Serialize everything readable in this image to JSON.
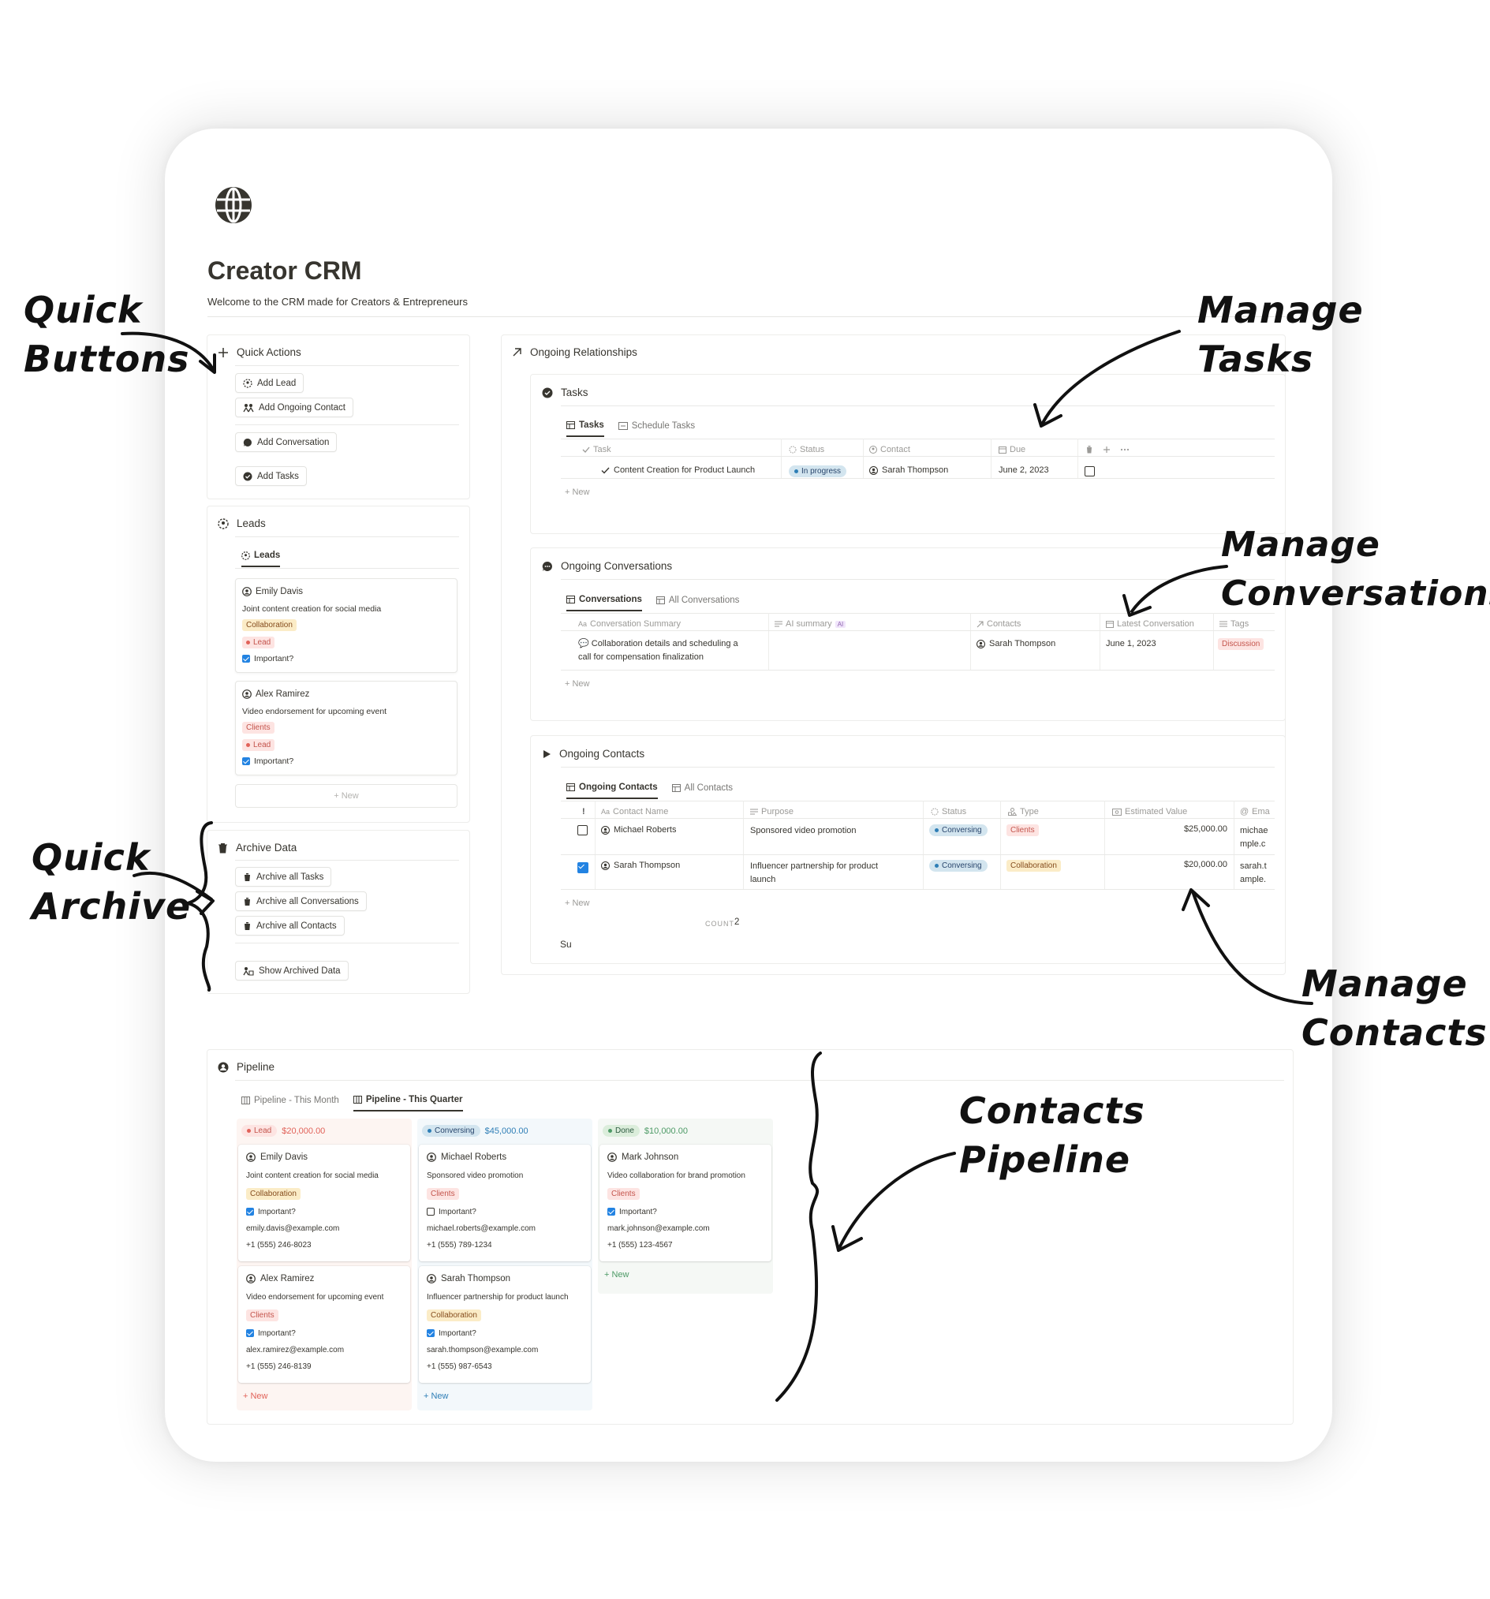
{
  "page": {
    "title": "Creator CRM",
    "subtitle": "Welcome to the CRM made for Creators & Entrepreneurs"
  },
  "annotations": {
    "quick_buttons": [
      "Quick",
      "Buttons"
    ],
    "manage_tasks": [
      "Manage",
      "Tasks"
    ],
    "manage_conversations": [
      "Manage",
      "Conversations"
    ],
    "quick_archive": [
      "Quick",
      "Archive"
    ],
    "manage_contacts": [
      "Manage",
      "Contacts"
    ],
    "contacts_pipeline": [
      "Contacts",
      "Pipeline"
    ]
  },
  "quick_actions": {
    "title": "Quick Actions",
    "buttons": [
      "Add Lead",
      "Add Ongoing Contact",
      "Add Conversation",
      "Add Tasks"
    ]
  },
  "leads": {
    "title": "Leads",
    "tab": "Leads",
    "cards": [
      {
        "name": "Emily Davis",
        "purpose": "Joint content creation for social media",
        "type": "Collaboration",
        "status": "Lead",
        "important_label": "Important?"
      },
      {
        "name": "Alex Ramirez",
        "purpose": "Video endorsement for upcoming event",
        "type": "Clients",
        "status": "Lead",
        "important_label": "Important?"
      }
    ],
    "new_label": "+ New"
  },
  "archive": {
    "title": "Archive Data",
    "buttons": [
      "Archive all Tasks",
      "Archive all Conversations",
      "Archive all Contacts",
      "Show Archived Data"
    ]
  },
  "ongoing": {
    "title": "Ongoing Relationships",
    "tasks": {
      "title": "Tasks",
      "tabs": [
        "Tasks",
        "Schedule Tasks"
      ],
      "headers": [
        "Task",
        "Status",
        "Contact",
        "Due"
      ],
      "row": {
        "task": "Content Creation for Product Launch",
        "status": "In progress",
        "contact": "Sarah Thompson",
        "due": "June 2, 2023"
      },
      "new_label": "New"
    },
    "conversations": {
      "title": "Ongoing Conversations",
      "tabs": [
        "Conversations",
        "All Conversations"
      ],
      "headers": [
        "Conversation Summary",
        "AI summary",
        "Contacts",
        "Latest Conversation",
        "Tags"
      ],
      "ai_badge": "AI",
      "row": {
        "summary_1": "Collaboration details and scheduling a",
        "summary_2": "call for compensation finalization",
        "contact": "Sarah Thompson",
        "latest": "June 1, 2023",
        "tag": "Discussion"
      },
      "new_label": "New"
    },
    "contacts": {
      "title": "Ongoing Contacts",
      "tabs": [
        "Ongoing Contacts",
        "All Contacts"
      ],
      "headers": [
        "!",
        "Contact Name",
        "Purpose",
        "Status",
        "Type",
        "Estimated Value",
        "Ema"
      ],
      "rows": [
        {
          "name": "Michael Roberts",
          "purpose_1": "Sponsored video promotion",
          "purpose_2": "",
          "status": "Conversing",
          "type": "Clients",
          "value": "$25,000.00",
          "email_1": "michae",
          "email_2": "mple.c",
          "checked": false
        },
        {
          "name": "Sarah Thompson",
          "purpose_1": "Influencer partnership for product",
          "purpose_2": "launch",
          "status": "Conversing",
          "type": "Collaboration",
          "value": "$20,000.00",
          "email_1": "sarah.t",
          "email_2": "ample.",
          "checked": true
        }
      ],
      "new_label": "New",
      "count_label": "COUNT",
      "count_value": "2",
      "sum_label": "Su"
    }
  },
  "pipeline": {
    "title": "Pipeline",
    "tabs": [
      "Pipeline - This Month",
      "Pipeline - This Quarter"
    ],
    "columns": [
      {
        "status": "Lead",
        "total": "$20,000.00",
        "cards": [
          {
            "name": "Emily Davis",
            "purpose": "Joint content creation for social media",
            "type": "Collaboration",
            "important": true,
            "important_label": "Important?",
            "email": "emily.davis@example.com",
            "phone": "+1 (555) 246-8023"
          },
          {
            "name": "Alex Ramirez",
            "purpose": "Video endorsement for upcoming event",
            "type": "Clients",
            "important": true,
            "important_label": "Important?",
            "email": "alex.ramirez@example.com",
            "phone": "+1 (555) 246-8139"
          }
        ],
        "new_label": "New"
      },
      {
        "status": "Conversing",
        "total": "$45,000.00",
        "cards": [
          {
            "name": "Michael Roberts",
            "purpose": "Sponsored video promotion",
            "type": "Clients",
            "important": false,
            "important_label": "Important?",
            "email": "michael.roberts@example.com",
            "phone": "+1 (555) 789-1234"
          },
          {
            "name": "Sarah Thompson",
            "purpose": "Influencer partnership for product launch",
            "type": "Collaboration",
            "important": true,
            "important_label": "Important?",
            "email": "sarah.thompson@example.com",
            "phone": "+1 (555) 987-6543"
          }
        ],
        "new_label": "New"
      },
      {
        "status": "Done",
        "total": "$10,000.00",
        "cards": [
          {
            "name": "Mark Johnson",
            "purpose": "Video collaboration for brand promotion",
            "type": "Clients",
            "important": true,
            "important_label": "Important?",
            "email": "mark.johnson@example.com",
            "phone": "+1 (555) 123-4567"
          }
        ],
        "new_label": "New"
      }
    ]
  },
  "colors": {
    "blue": "#2383e2",
    "text": "#37352f",
    "muted": "#9b9a97",
    "lead_col": "#fdf5f2",
    "conv_col": "#f3f8fb",
    "done_col": "#f5f8f5"
  }
}
